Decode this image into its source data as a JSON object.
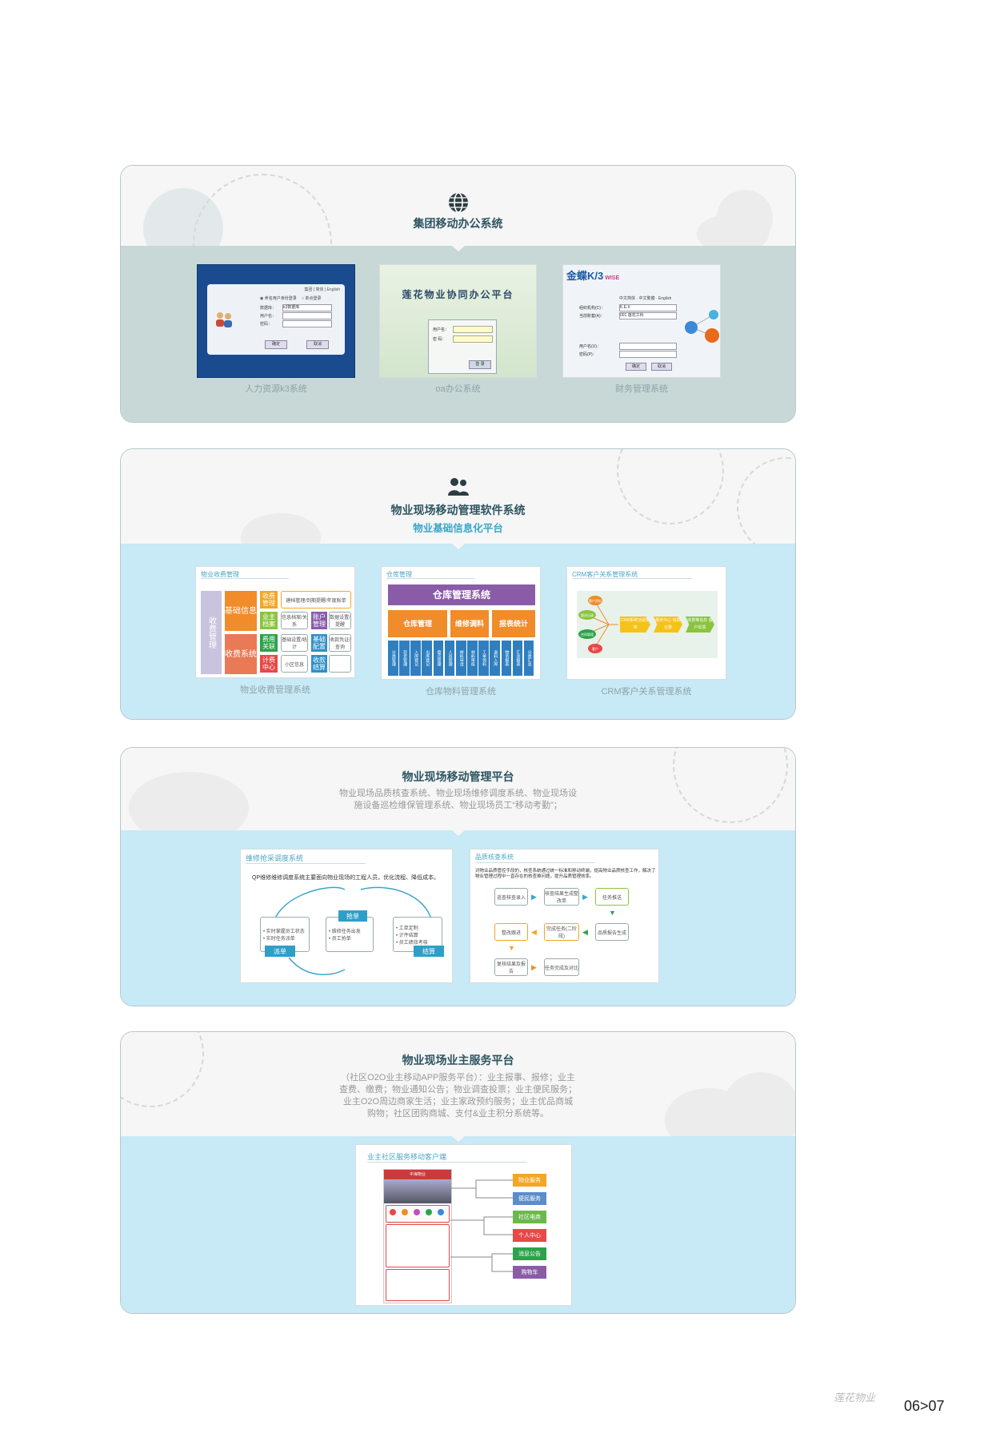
{
  "section1": {
    "title": "集团移动办公系统",
    "icon": "globe-icon",
    "items": [
      {
        "caption": "人力资源k3系统",
        "header": "集团 | 简体 | English",
        "radio1": "◉ 命名用户身份登录",
        "radio2": "○ 单点登录",
        "field1": "数据库：",
        "field1_value": "k3数据库",
        "field2": "用户名：",
        "field3": "密码：",
        "btn1": "确定",
        "btn2": "取消"
      },
      {
        "caption": "oa办公系统",
        "heading": "莲花物业协同办公平台",
        "field1": "用户名：",
        "field2": "密  码：",
        "btn": "登 录"
      },
      {
        "caption": "财务管理系统",
        "brand": "金蝶K/3",
        "brand_tag": "WISE",
        "lang": "中文简体 · 中文繁體 · English",
        "f1": "组织机构(C)：",
        "f2": "当前账套(A)：",
        "f3": "用户名(U)：",
        "f4": "密码(P)：",
        "f1v": "K.E.X",
        "f2v": "001 莲花工科",
        "btn1": "确定",
        "btn2": "取消"
      }
    ]
  },
  "section2": {
    "title": "物业现场移动管理软件系统",
    "subtitle": "物业基础信息化平台",
    "icon": "users-icon",
    "items": [
      {
        "caption": "物业收费管理系统",
        "mini_title": "物业收费管理",
        "left_label": "收费管理",
        "mid1": "基础信息",
        "mid2": "收费系统",
        "cells": [
          "收费管理",
          "业主档案",
          "费用关联",
          "计费中心",
          "小区信息",
          "账户管理",
          "基础配置",
          "收款结算"
        ],
        "notes": [
          "建档管理/到期提醒/年度账单",
          "信息档案/关系",
          "数据设置/提醒",
          "基础设置/统计",
          "收款凭证/查询"
        ]
      },
      {
        "caption": "仓库物料管理系统",
        "mini_title": "仓库管理",
        "header": "仓库管理系统",
        "cols": [
          "仓库管理",
          "维修调料",
          "报表统计"
        ],
        "cells": [
          "分类管理",
          "存货管理",
          "入库登记",
          "出库登记",
          "盘点管理",
          "人员管理",
          "材料申请",
          "材料审核",
          "工单领料",
          "退料入库",
          "物资报表",
          "汇总报表",
          "分类汇总"
        ]
      },
      {
        "caption": "CRM客户关系管理系统",
        "mini_title": "CRM客户关系管理系统",
        "nodes": [
          "客户资料",
          "跟进记录",
          "合同管理",
          "客户"
        ],
        "steps": [
          "CRM系统功能模块",
          "服务中心 追踪记录",
          "收费等信息 客户反馈"
        ]
      }
    ]
  },
  "section3": {
    "title": "物业现场移动管理平台",
    "desc_line1": "物业现场品质核查系统、物业现场维修调度系统、物业现场设",
    "desc_line2": "施设备巡检维保管理系统、物业现场员工“移动考勤”；",
    "items": [
      {
        "mini_title": "维修抢采调度系统",
        "desc": "QP维修维修调度系统主要面向物业现场的工程人员，优化流程、降低成本。",
        "tag_top": "抢单",
        "tag_left": "派单",
        "tag_right": "结算",
        "box_left": "• 实时掌握员工状态\n• 实时任务派单",
        "box_mid": "• 维修任务出发\n• 员工抢单",
        "box_right": "• 工单定制\n• 计件结算\n• 员工绩效考核"
      },
      {
        "mini_title": "品质核查系统",
        "desc": "对物业品质管控手段的，核查系统通过统一标准和移动终端，提高物业品质核查工作，解决了物业管理过程中一直存在的核查难问题，提升品质管理效率。",
        "steps": [
          "巡查核查录入",
          "核查结果生成整改单",
          "任务推送",
          "整改跟进",
          "完成任务(二阶段)",
          "品质报告生成",
          "复核结果及报告",
          "任务完成及对比"
        ]
      }
    ]
  },
  "section4": {
    "title": "物业现场业主服务平台",
    "desc_line1": "（社区O2O业主移动APP服务平台）：业主报事、报修；业主",
    "desc_line2": "查费、缴费；物业通知公告；物业调查投票；业主便民服务；",
    "desc_line3": "业主O2O周边商家生活；业主家政预约服务；业主优品商城",
    "desc_line4": "购物；社区团购商城、支付&业主积分系统等。",
    "mini_title": "业主社区服务移动客户端",
    "app_title": "中海物业",
    "labels": [
      "物业服务",
      "便民服务",
      "社区电商",
      "个人中心",
      "消息公告",
      "购物车"
    ],
    "label_colors": [
      "#f5a623",
      "#5b8dc9",
      "#6cb84c",
      "#e84848",
      "#2ca34a",
      "#8a5ca8"
    ]
  },
  "footer": {
    "logo": "莲花物业",
    "page": "06>07"
  }
}
